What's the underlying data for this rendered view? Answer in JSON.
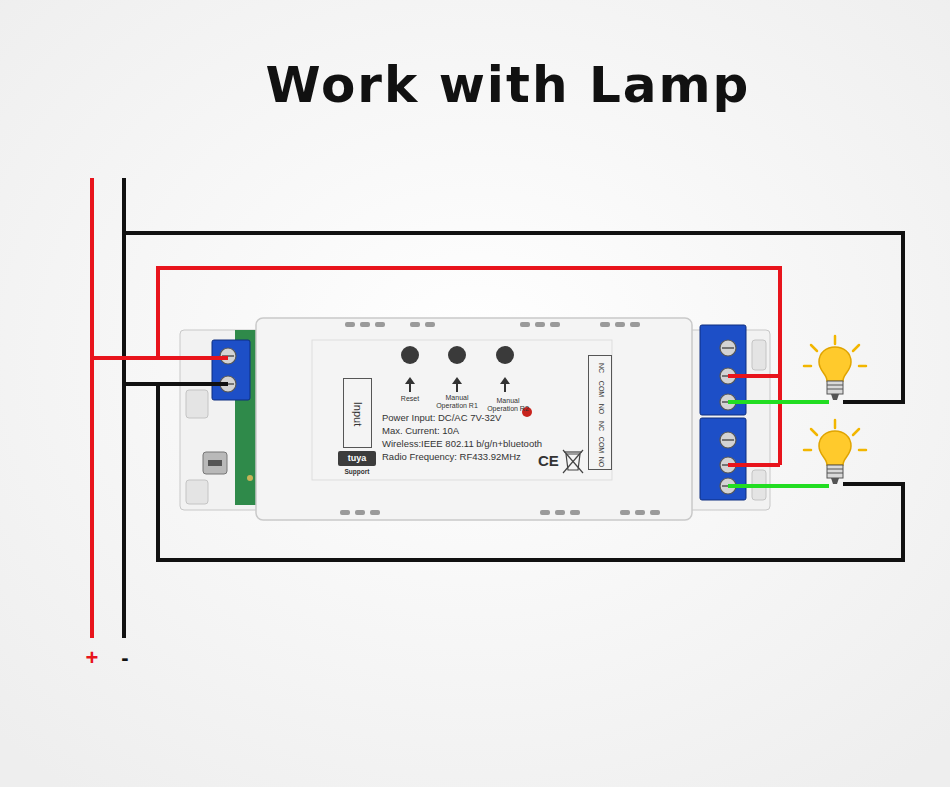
{
  "diagram": {
    "title": "Work with Lamp",
    "nodes": [
      {
        "text": [
          "Reset",
          "Manual Operation R1",
          "Manual Operation R2",
          "Power Input: DC/AC 7V-32V",
          "Max. Current: 10A",
          "Wireless:IEEE 802.11 b/g/n+bluetooth",
          "Radio Frequency: RF433.92MHz",
          "CE"
        ]
      },
      {
        "text": [
          "Input"
        ],
        "in": 0
      },
      {
        "text": [
          "tuya",
          "Support"
        ],
        "in": 0
      },
      {
        "text": [
          "NC",
          "COM",
          "NO",
          "NC",
          "COM",
          "NO"
        ],
        "in": 0
      }
    ],
    "labels": [
      "+",
      "-"
    ]
  }
}
